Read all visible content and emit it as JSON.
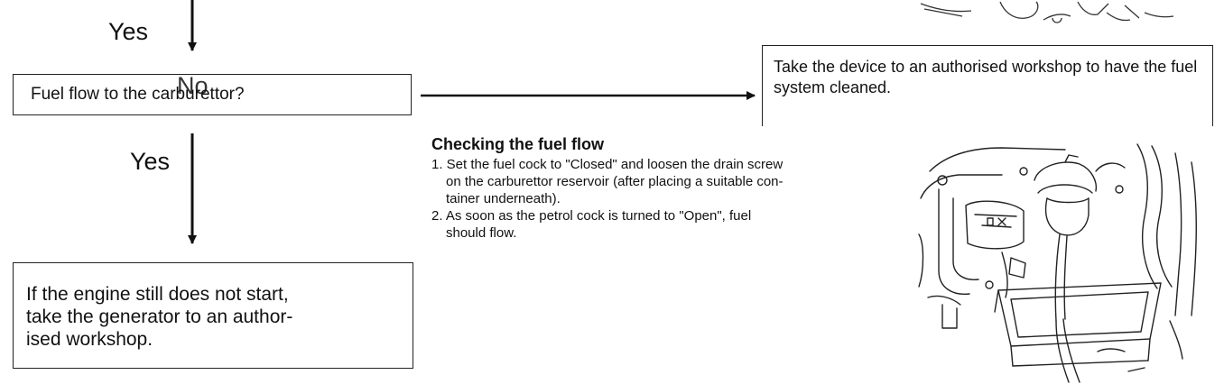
{
  "flow": {
    "yes_top": "Yes",
    "question": "Fuel flow to the carburettor?",
    "no_label": "No",
    "no_action": "Take the device to an authorised workshop to have the fuel system cleaned.",
    "yes_mid": "Yes",
    "final_action_lines": [
      "If the engine still does not start,",
      "take the generator to an author-",
      "ised workshop."
    ]
  },
  "instructions": {
    "title": "Checking the fuel flow",
    "step1_lines": [
      "1. Set the fuel cock to \"Closed\" and loosen the drain screw",
      "on the carburettor reservoir (after placing a suitable con-",
      "tainer underneath)."
    ],
    "step2_lines": [
      "2. As soon as the petrol cock is turned to \"Open\", fuel",
      "should flow."
    ]
  },
  "illustrations": {
    "top": "engine-sketch-cropped-icon",
    "bottom": "carburettor-drain-container-icon"
  }
}
